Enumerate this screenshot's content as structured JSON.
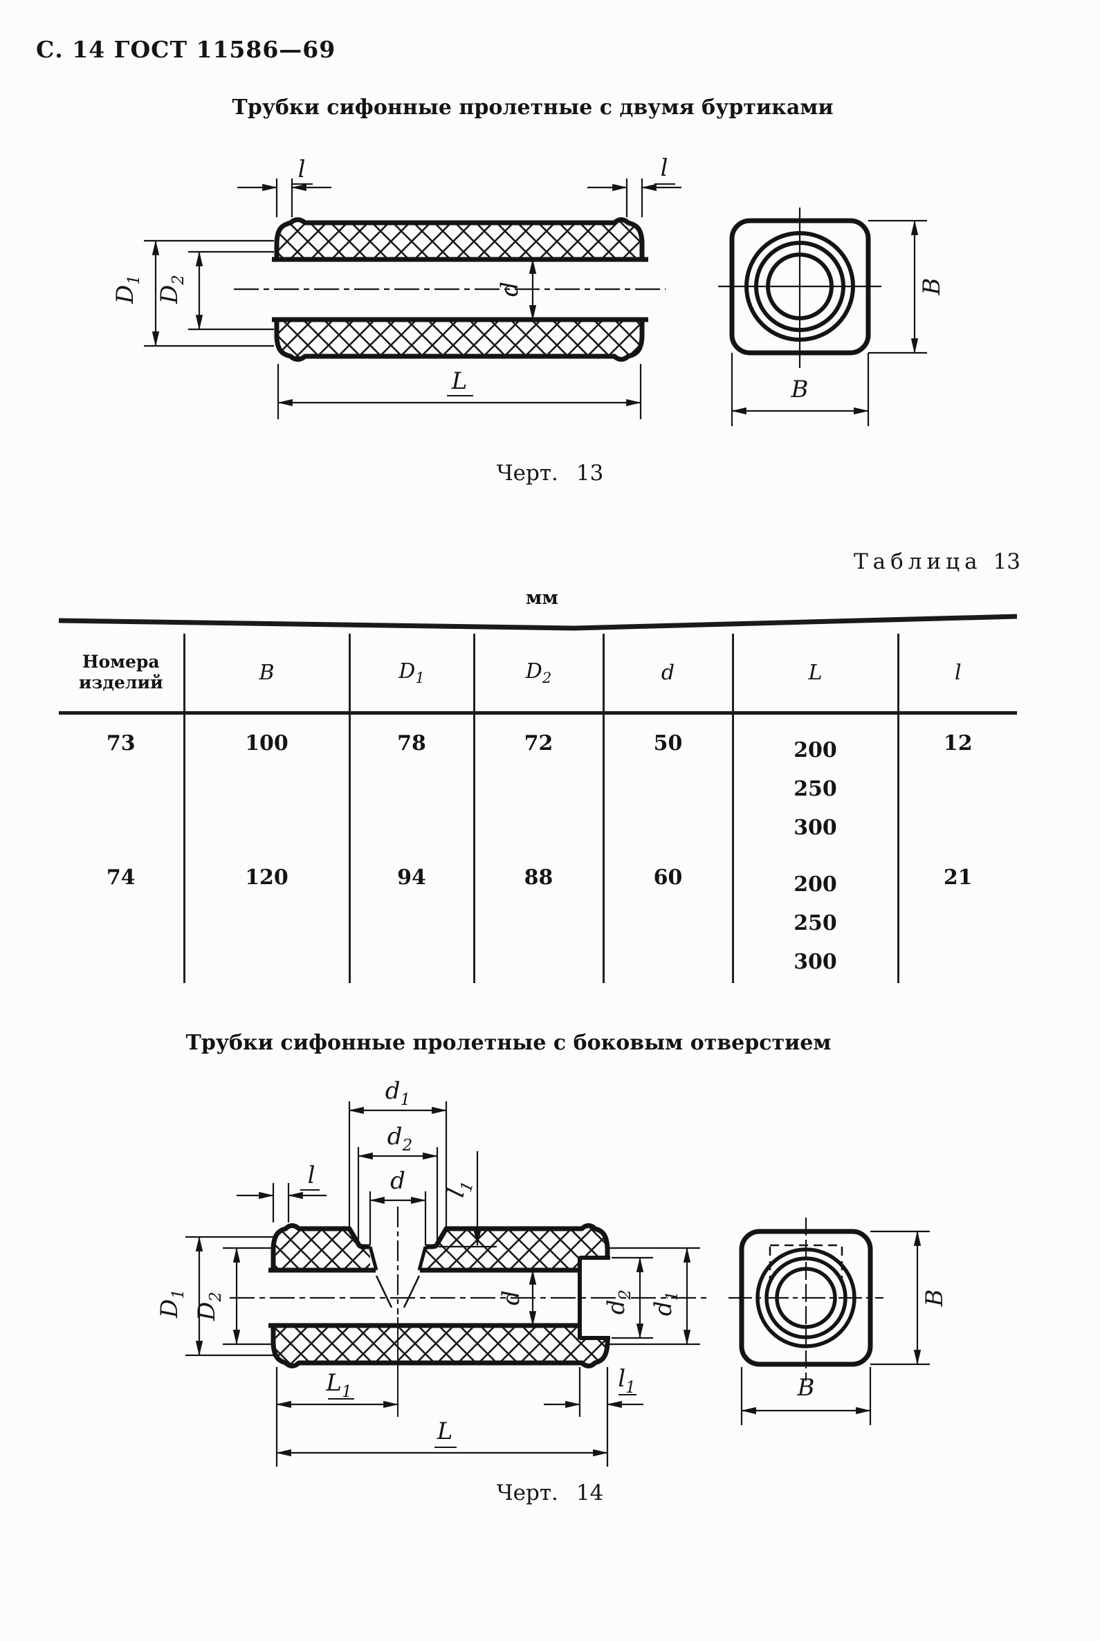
{
  "page": {
    "header": "С. 14 ГОСТ 11586—69"
  },
  "figure13": {
    "title": "Трубки сифонные пролетные с двумя буртиками",
    "caption_word": "Черт.",
    "caption_number": "13",
    "labels": {
      "l_left": "l",
      "l_right": "l",
      "D1_main": "D",
      "D1_sub": "1",
      "D2_main": "D",
      "D2_sub": "2",
      "d": "d",
      "L": "L",
      "B_right": "B",
      "B_bottom": "B"
    }
  },
  "table13": {
    "label_word": "Таблица",
    "label_number": "13",
    "units": "мм",
    "head": {
      "c0a": "Номера",
      "c0b": "изделий",
      "c1": "B",
      "c2m": "D",
      "c2s": "1",
      "c3m": "D",
      "c3s": "2",
      "c4": "d",
      "c5": "L",
      "c6": "l"
    },
    "rows": [
      {
        "num": "73",
        "b": "100",
        "d1": "78",
        "d2": "72",
        "d": "50",
        "l_values": [
          "200",
          "250",
          "300"
        ],
        "len": "12"
      },
      {
        "num": "74",
        "b": "120",
        "d1": "94",
        "d2": "88",
        "d": "60",
        "l_values": [
          "200",
          "250",
          "300"
        ],
        "len": "21"
      }
    ]
  },
  "figure14": {
    "title": "Трубки сифонные пролетные с боковым отверстием",
    "caption_word": "Черт.",
    "caption_number": "14",
    "labels": {
      "d1_main": "d",
      "d1_sub": "1",
      "d2_main": "d",
      "d2_sub": "2",
      "d_top": "d",
      "l": "l",
      "l1_main": "l",
      "l1_sub": "1",
      "D1_main": "D",
      "D1_sub": "1",
      "D2_main": "D",
      "D2_sub": "2",
      "d_bore": "d",
      "d2r_main": "d",
      "d2r_sub": "2",
      "d1r_main": "d",
      "d1r_sub": "1",
      "L1_main": "L",
      "L1_sub": "1",
      "l1b_main": "l",
      "l1b_sub": "1",
      "L": "L",
      "B_right": "B",
      "B_bottom": "B"
    }
  }
}
